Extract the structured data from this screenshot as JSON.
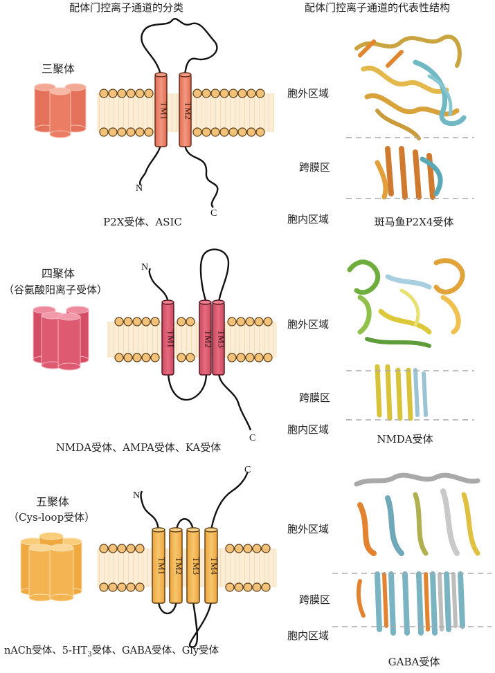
{
  "headers": {
    "left": "配体门控离子通道的分类",
    "right": "配体门控离子通道的代表性结构"
  },
  "rows": [
    {
      "oligomer_label": "三聚体",
      "oligomer_sub": "",
      "tm_labels": [
        "TM1",
        "TM2"
      ],
      "n_label": "N",
      "c_label": "C",
      "receptors": "P2X受体、ASIC",
      "regions": [
        "胞外区域",
        "跨膜区",
        "胞内区域"
      ],
      "structure_caption": "斑马鱼P2X4受体",
      "color": "#e7785f"
    },
    {
      "oligomer_label": "四聚体",
      "oligomer_sub": "（谷氨酸阳离子受体）",
      "tm_labels": [
        "TM1",
        "TM2",
        "TM3"
      ],
      "n_label": "N",
      "c_label": "C",
      "receptors": "NMDA受体、AMPA受体、KA受体",
      "regions": [
        "胞外区域",
        "跨膜区",
        "胞内区域"
      ],
      "structure_caption": "NMDA受体",
      "color": "#d9546b"
    },
    {
      "oligomer_label": "五聚体",
      "oligomer_sub": "（Cys-loop受体）",
      "tm_labels": [
        "TM1",
        "TM2",
        "TM3",
        "TM4"
      ],
      "n_label": "N",
      "c_label": "C",
      "receptors_parts": [
        "nACh受体、5-HT",
        "3",
        "受体、GABA受体、Gly受体"
      ],
      "regions": [
        "胞外区域",
        "跨膜区",
        "胞内区域"
      ],
      "structure_caption": "GABA受体",
      "color": "#f3b24f"
    }
  ]
}
